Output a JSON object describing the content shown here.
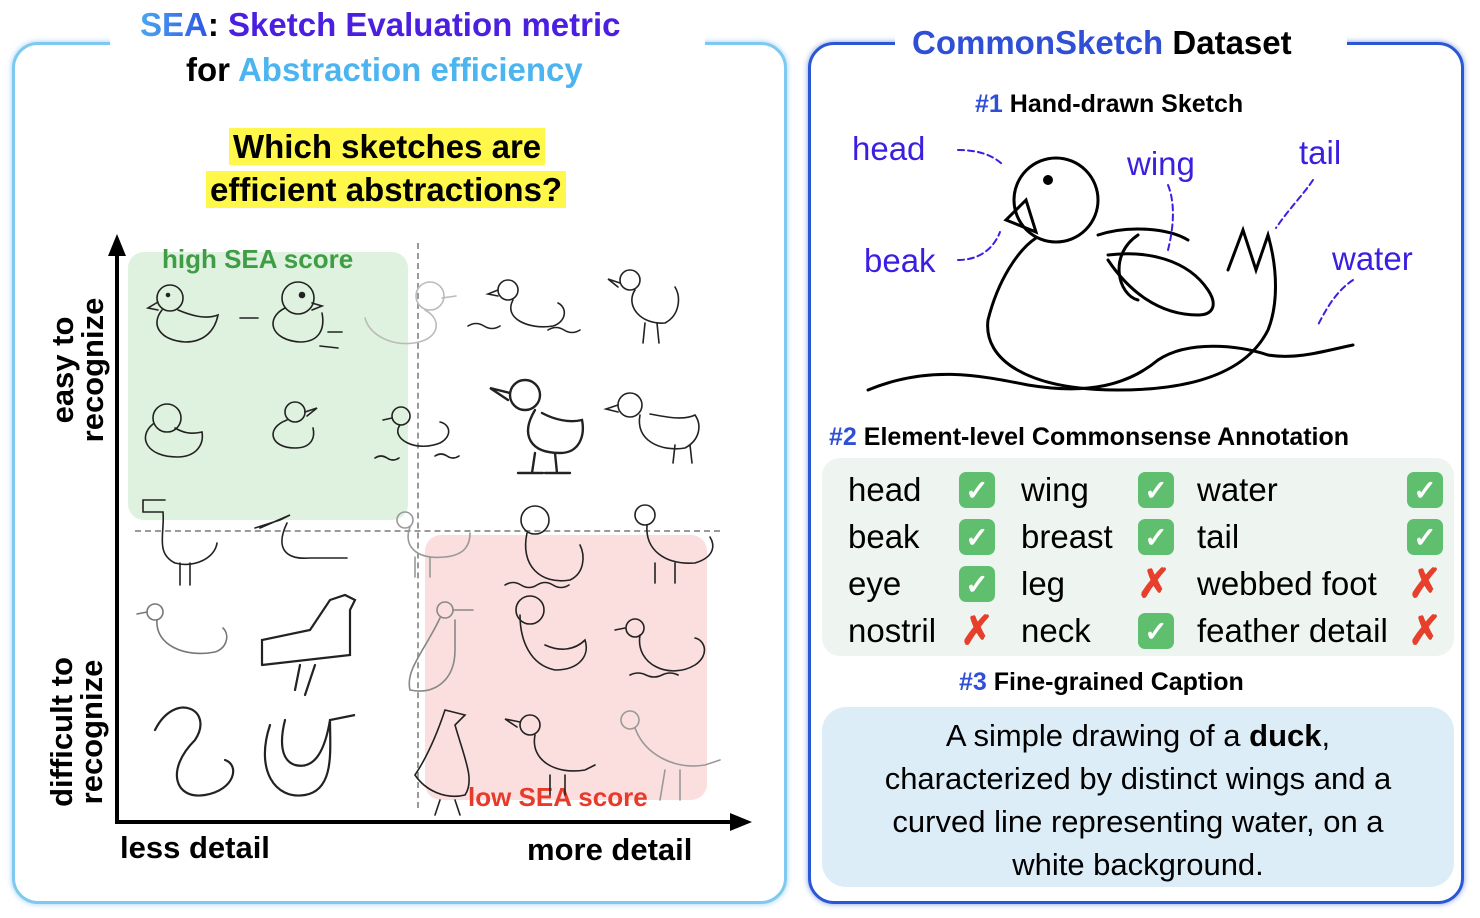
{
  "left": {
    "title_sea": "SEA",
    "title_colon": ":",
    "title_rest": "Sketch Evaluation metric",
    "subtitle_for": "for",
    "subtitle_rest": "Abstraction efficiency",
    "question_line1": "Which sketches are",
    "question_line2": "efficient abstractions?",
    "high_score": "high SEA score",
    "low_score": "low SEA score",
    "y_top": "easy to recognize",
    "y_top_l1": "easy to",
    "y_top_l2": "recognize",
    "y_bottom_l1": "difficult to",
    "y_bottom_l2": "recognize",
    "x_left": "less detail",
    "x_right": "more detail"
  },
  "right": {
    "title_brand": "CommonSketch",
    "title_rest": "Dataset",
    "section1_num": "#1",
    "section1_label": "Hand-drawn Sketch",
    "parts": {
      "head": "head",
      "beak": "beak",
      "wing": "wing",
      "tail": "tail",
      "water": "water"
    },
    "section2_num": "#2",
    "section2_label": "Element-level Commonsense Annotation",
    "annotations": [
      {
        "label": "head",
        "present": true
      },
      {
        "label": "wing",
        "present": true
      },
      {
        "label": "water",
        "present": true
      },
      {
        "label": "beak",
        "present": true
      },
      {
        "label": "breast",
        "present": true
      },
      {
        "label": "tail",
        "present": true
      },
      {
        "label": "eye",
        "present": true
      },
      {
        "label": "leg",
        "present": false
      },
      {
        "label": "webbed foot",
        "present": false
      },
      {
        "label": "nostril",
        "present": false
      },
      {
        "label": "neck",
        "present": true
      },
      {
        "label": "feather detail",
        "present": false
      }
    ],
    "section3_num": "#3",
    "section3_label": "Fine-grained Caption",
    "caption_pre": "A simple drawing of a",
    "caption_bold": "duck",
    "caption_post": ",",
    "caption_line2": "characterized by distinct wings and a",
    "caption_line3": "curved line representing water, on a",
    "caption_line4": "white background."
  },
  "colors": {
    "left_border": "#7ec9f0",
    "right_border": "#2a57d6",
    "highlight": "#fff84a",
    "high_region": "#dcefdc",
    "low_region": "#fbdcdc",
    "check": "#5fbf6e",
    "cross": "#e6402c"
  }
}
